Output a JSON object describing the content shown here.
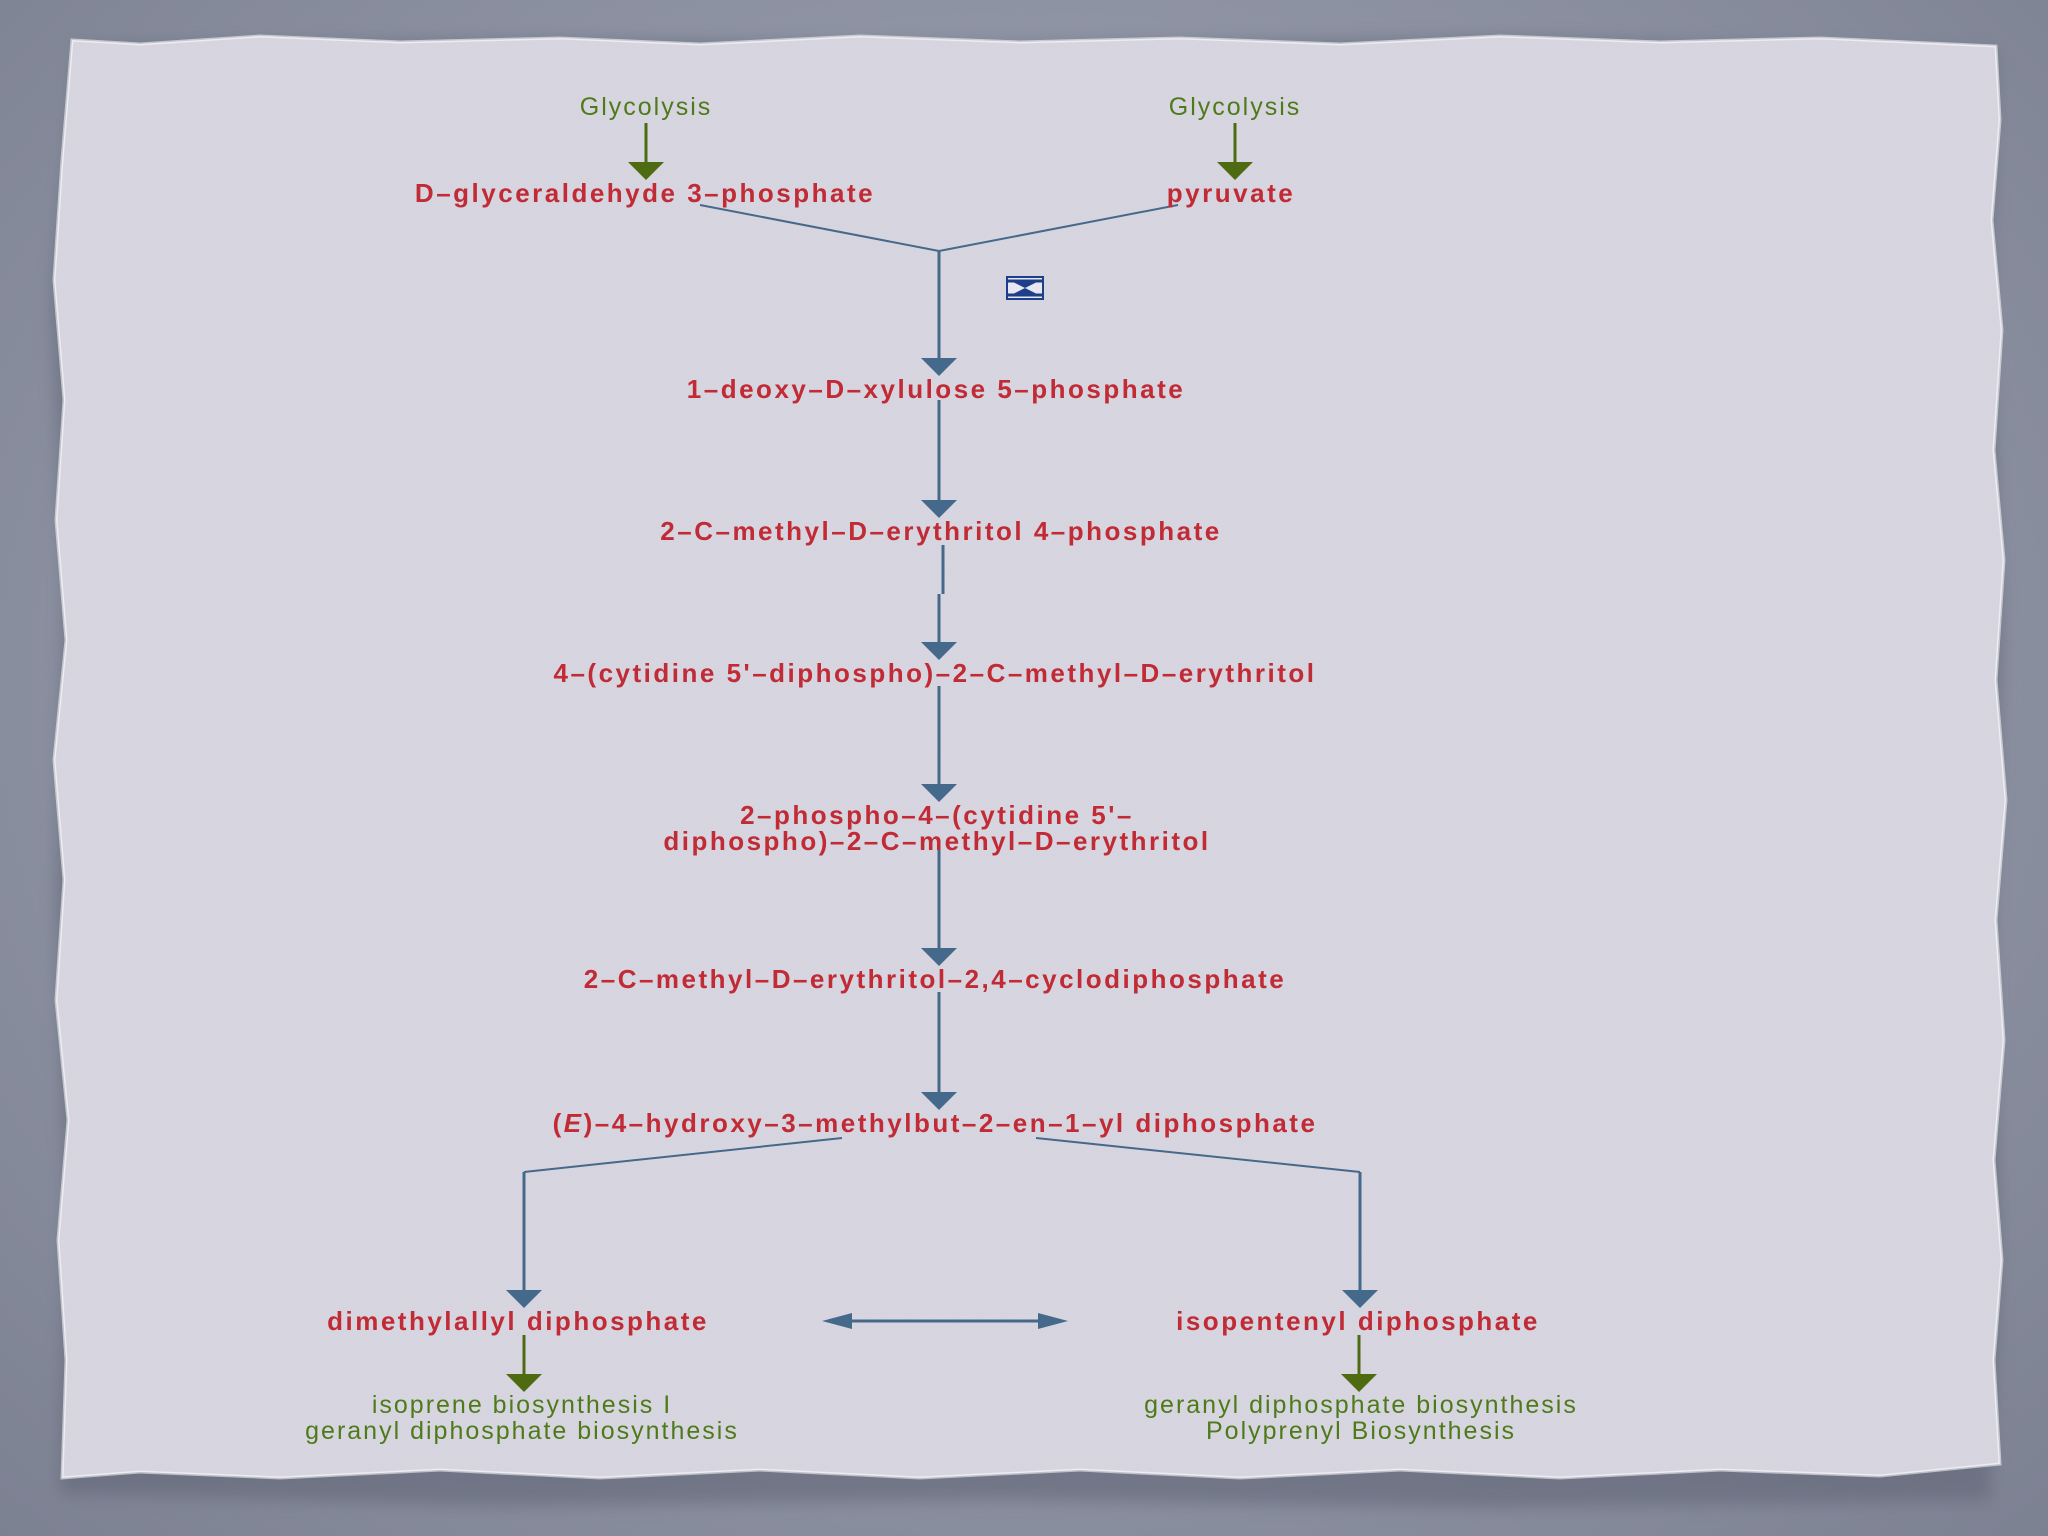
{
  "diagram": {
    "inputs": {
      "left_pathway": "Glycolysis",
      "right_pathway": "Glycolysis",
      "left_compound": "D–glyceraldehyde 3–phosphate",
      "right_compound": "pyruvate"
    },
    "chain": [
      "1–deoxy–D–xylulose 5–phosphate",
      "2–C–methyl–D–erythritol 4–phosphate",
      "4–(cytidine 5'–diphospho)–2–C–methyl–D–erythritol"
    ],
    "chain_twoline": {
      "line1": "2–phospho–4–(cytidine 5'–",
      "line2": "diphospho)–2–C–methyl–D–erythritol"
    },
    "cyclo": "2–C–methyl–D–erythritol–2,4–cyclodiphosphate",
    "hmbpp": {
      "open": "(",
      "italic": "E",
      "rest": ")–4–hydroxy–3–methylbut–2–en–1–yl diphosphate"
    },
    "products": {
      "left": "dimethylallyl diphosphate",
      "right": "isopentenyl diphosphate"
    },
    "outputs": {
      "left_line1": "isoprene biosynthesis I",
      "left_line2": "geranyl diphosphate biosynthesis",
      "right_line1": "geranyl diphosphate biosynthesis",
      "right_line2": "Polyprenyl Biosynthesis"
    },
    "colors": {
      "compound": "#c12b35",
      "pathway": "#4e7a1a",
      "arrow_blue": "#45698a",
      "arrow_green": "#4e6b12",
      "paper": "#d6d4df"
    }
  }
}
